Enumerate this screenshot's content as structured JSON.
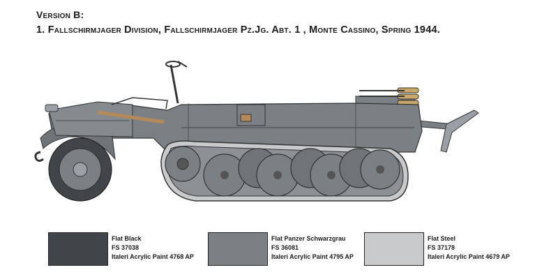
{
  "header": {
    "version": "Version B:",
    "description": "1. Fallschirmjager Division,  Fallschirmjager Pz.Jg. Abt. 1 , Monte Cassino,  Spring 1944."
  },
  "swatches": [
    {
      "name": "Flat Black",
      "code": "FS 37038",
      "paint": "Italeri Acrylic Paint 4768 AP",
      "color": "#414549"
    },
    {
      "name": "Flat Panzer Schwarzgrau",
      "code": "FS 36081",
      "paint": "Italeri Acrylic Paint 4795 AP",
      "color": "#7b8085"
    },
    {
      "name": "Flat Steel",
      "code": "FS 37178",
      "paint": "Italeri Acrylic Paint 4679 AP",
      "color": "#c9cacc"
    }
  ],
  "colors": {
    "body": "#7b8085",
    "tire": "#414549",
    "steel": "#c9cacc",
    "wood": "#b58a5a",
    "brass": "#c9a86a"
  }
}
